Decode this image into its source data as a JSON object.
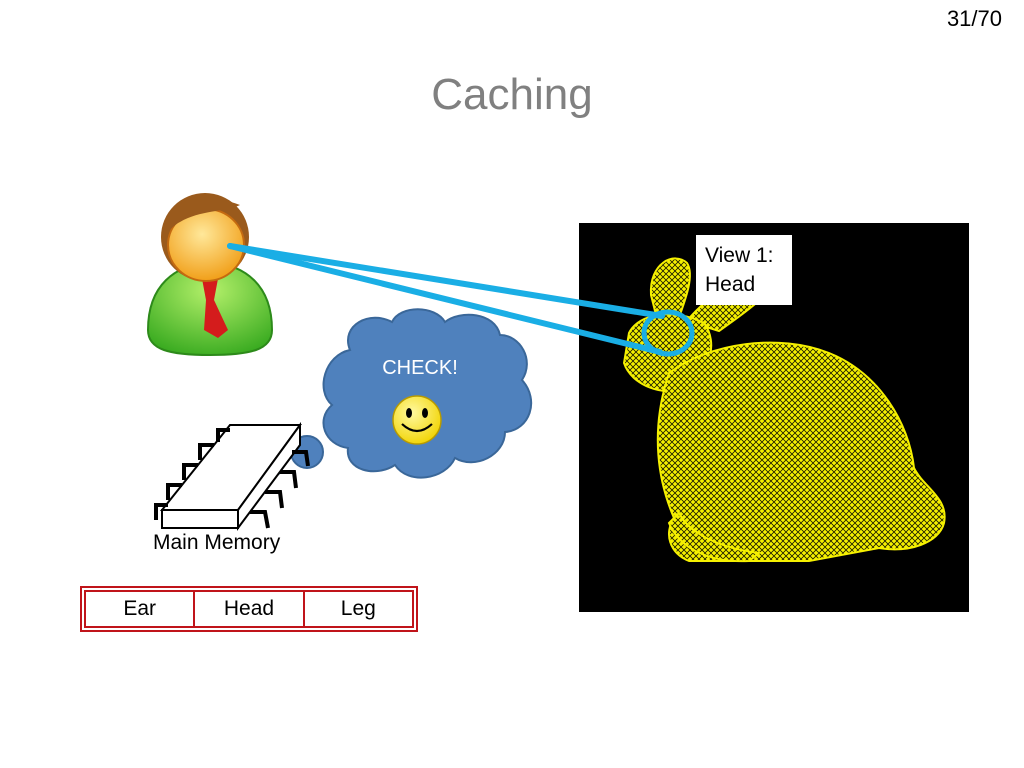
{
  "slide": {
    "number": "31/70",
    "title": "Caching"
  },
  "view_label": {
    "line1": "View 1:",
    "line2": "Head"
  },
  "thought_bubble": {
    "text": "CHECK!"
  },
  "memory": {
    "label": "Main Memory"
  },
  "cache": {
    "cells": [
      "Ear",
      "Head",
      "Leg"
    ]
  },
  "colors": {
    "title": "#808080",
    "sight_line": "#1aaee5",
    "bubble_fill": "#4f81bd",
    "bunny": "#f5f000",
    "cache_border": "#c0141a",
    "panel": "#000000"
  },
  "icons": {
    "person": "user-icon",
    "smiley": "smiley-face-icon",
    "memory": "memory-chip-icon",
    "bunny": "stanford-bunny-wireframe"
  }
}
